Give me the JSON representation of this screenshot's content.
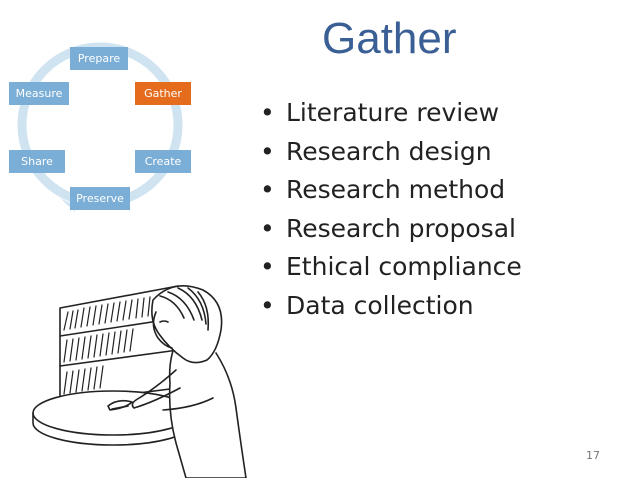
{
  "slide": {
    "title": "Gather",
    "page_number": "17"
  },
  "cycle": {
    "stages": [
      {
        "label": "Prepare",
        "active": false
      },
      {
        "label": "Gather",
        "active": true
      },
      {
        "label": "Create",
        "active": false
      },
      {
        "label": "Preserve",
        "active": false
      },
      {
        "label": "Share",
        "active": false
      },
      {
        "label": "Measure",
        "active": false
      }
    ],
    "colors": {
      "ring": "#cfe3f0",
      "node": "#7aaed6",
      "active": "#e46c1c"
    }
  },
  "bullets": [
    "Literature review",
    "Research design",
    "Research method",
    "Research proposal",
    "Ethical compliance",
    "Data collection"
  ],
  "colors": {
    "title": "#3a5f95",
    "text": "#222222"
  }
}
